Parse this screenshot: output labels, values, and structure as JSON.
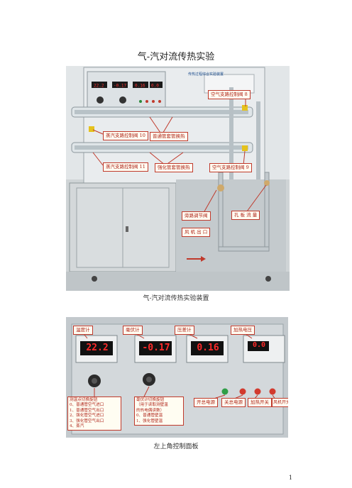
{
  "document": {
    "title": "气-汽对流传热实验",
    "caption1": "气-汽对流传热实验装置",
    "caption2": "左上角控制面板",
    "page_number": "1"
  },
  "apparatus": {
    "panel_label": "传热过程综合实验装置",
    "labels": {
      "air_valve_8": "空气支路控制阀 8",
      "steam_valve_10": "蒸汽支路控制阀 10",
      "plain_tube": "普通管套管换热",
      "enhanced_tube": "强化管套管换热",
      "steam_valve_11": "蒸汽支路控制阀 11",
      "air_valve_9": "空气支路控制阀 9",
      "bypass_valve": "旁路调节阀",
      "orifice": "孔 板 流 量",
      "fan_outlet": "风 机 出 口"
    }
  },
  "control_panel": {
    "labels": {
      "thermometer": "温度计",
      "millivoltmeter": "毫伏计",
      "pressure_diff": "压差计",
      "heating_voltage": "加热电压"
    },
    "displays": {
      "d1": "22.2",
      "d2": "-0.17",
      "d3": "0.16",
      "d4": "0.0"
    },
    "buttons": {
      "power_on": "开总电源",
      "power_off": "关总电源",
      "heat_switch": "加热开关",
      "fan_switch": "风机开关"
    },
    "knob1_note": {
      "title": "测温点切换旋钮",
      "items": [
        "0、普通管空气进口",
        "1、普通管空气出口",
        "2、强化管空气进口",
        "3、强化管空气出口",
        "4、蒸汽"
      ]
    },
    "knob2_note": {
      "title": "毫伏计切换旋钮",
      "sub1": "（用于读取测壁温",
      "sub2": "的热电偶读数）",
      "items": [
        "0、普通管壁温",
        "1、强化管壁温"
      ]
    }
  },
  "colors": {
    "label_border": "#c0392b",
    "label_text": "#b0261b",
    "led_red": "#ff2a2a"
  }
}
